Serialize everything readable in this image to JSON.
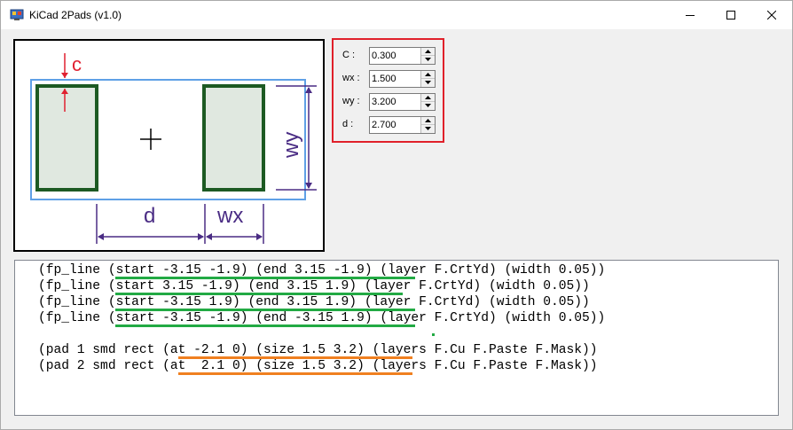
{
  "window": {
    "title": "KiCad 2Pads (v1.0)",
    "controls": [
      "minimize",
      "maximize",
      "close"
    ]
  },
  "diagram": {
    "labels": {
      "c": "c",
      "d": "d",
      "wx": "wx",
      "wy": "wy"
    },
    "colors": {
      "pad_outline": "#1d5a23",
      "pad_fill": "#e0e8e0",
      "courtyard": "#5fa0e6",
      "dimension": "#4a2c84",
      "clearance": "#e02030"
    }
  },
  "params": {
    "rows": [
      {
        "label": "C :",
        "value": "0.300"
      },
      {
        "label": "wx :",
        "value": "1.500"
      },
      {
        "label": "wy :",
        "value": "3.200"
      },
      {
        "label": "d :",
        "value": "2.700"
      }
    ],
    "highlight_color": "#e0202a"
  },
  "code": {
    "lines": [
      "(fp_line (start -3.15 -1.9) (end 3.15 -1.9) (layer F.CrtYd) (width 0.05))",
      "(fp_line (start 3.15 -1.9) (end 3.15 1.9) (layer F.CrtYd) (width 0.05))",
      "(fp_line (start -3.15 1.9) (end 3.15 1.9) (layer F.CrtYd) (width 0.05))",
      "(fp_line (start -3.15 -1.9) (end -3.15 1.9) (layer F.CrtYd) (width 0.05))",
      "",
      "(pad 1 smd rect (at -2.1 0) (size 1.5 3.2) (layers F.Cu F.Paste F.Mask))",
      "(pad 2 smd rect (at  2.1 0) (size 1.5 3.2) (layers F.Cu F.Paste F.Mask))"
    ],
    "underline_colors": {
      "fp_line": "#22aa44",
      "pad": "#f08020"
    }
  }
}
